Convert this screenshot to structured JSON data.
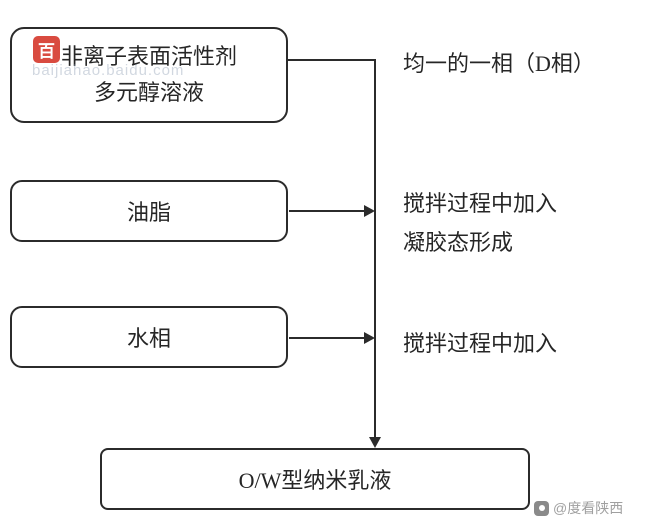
{
  "boxes": {
    "surfactant": {
      "line1": "非离子表面活性剂",
      "line2": "多元醇溶液"
    },
    "oil": {
      "label": "油脂"
    },
    "water": {
      "label": "水相"
    },
    "result": {
      "label": "O/W型纳米乳液"
    }
  },
  "annotations": {
    "d_phase": "均一的一相（D相）",
    "oil_add_line1": "搅拌过程中加入",
    "oil_add_line2": "凝胶态形成",
    "water_add": "搅拌过程中加入"
  },
  "watermarks": {
    "logo_glyph": "百",
    "overlay_text": "baijiahao.baidu.com",
    "credit": "@度看陕西"
  },
  "colors": {
    "line": "#2b2b2b",
    "text": "#262626",
    "logo_red": "#d5382c",
    "watermark_gray": "#a0a0a0",
    "background": "#ffffff"
  }
}
